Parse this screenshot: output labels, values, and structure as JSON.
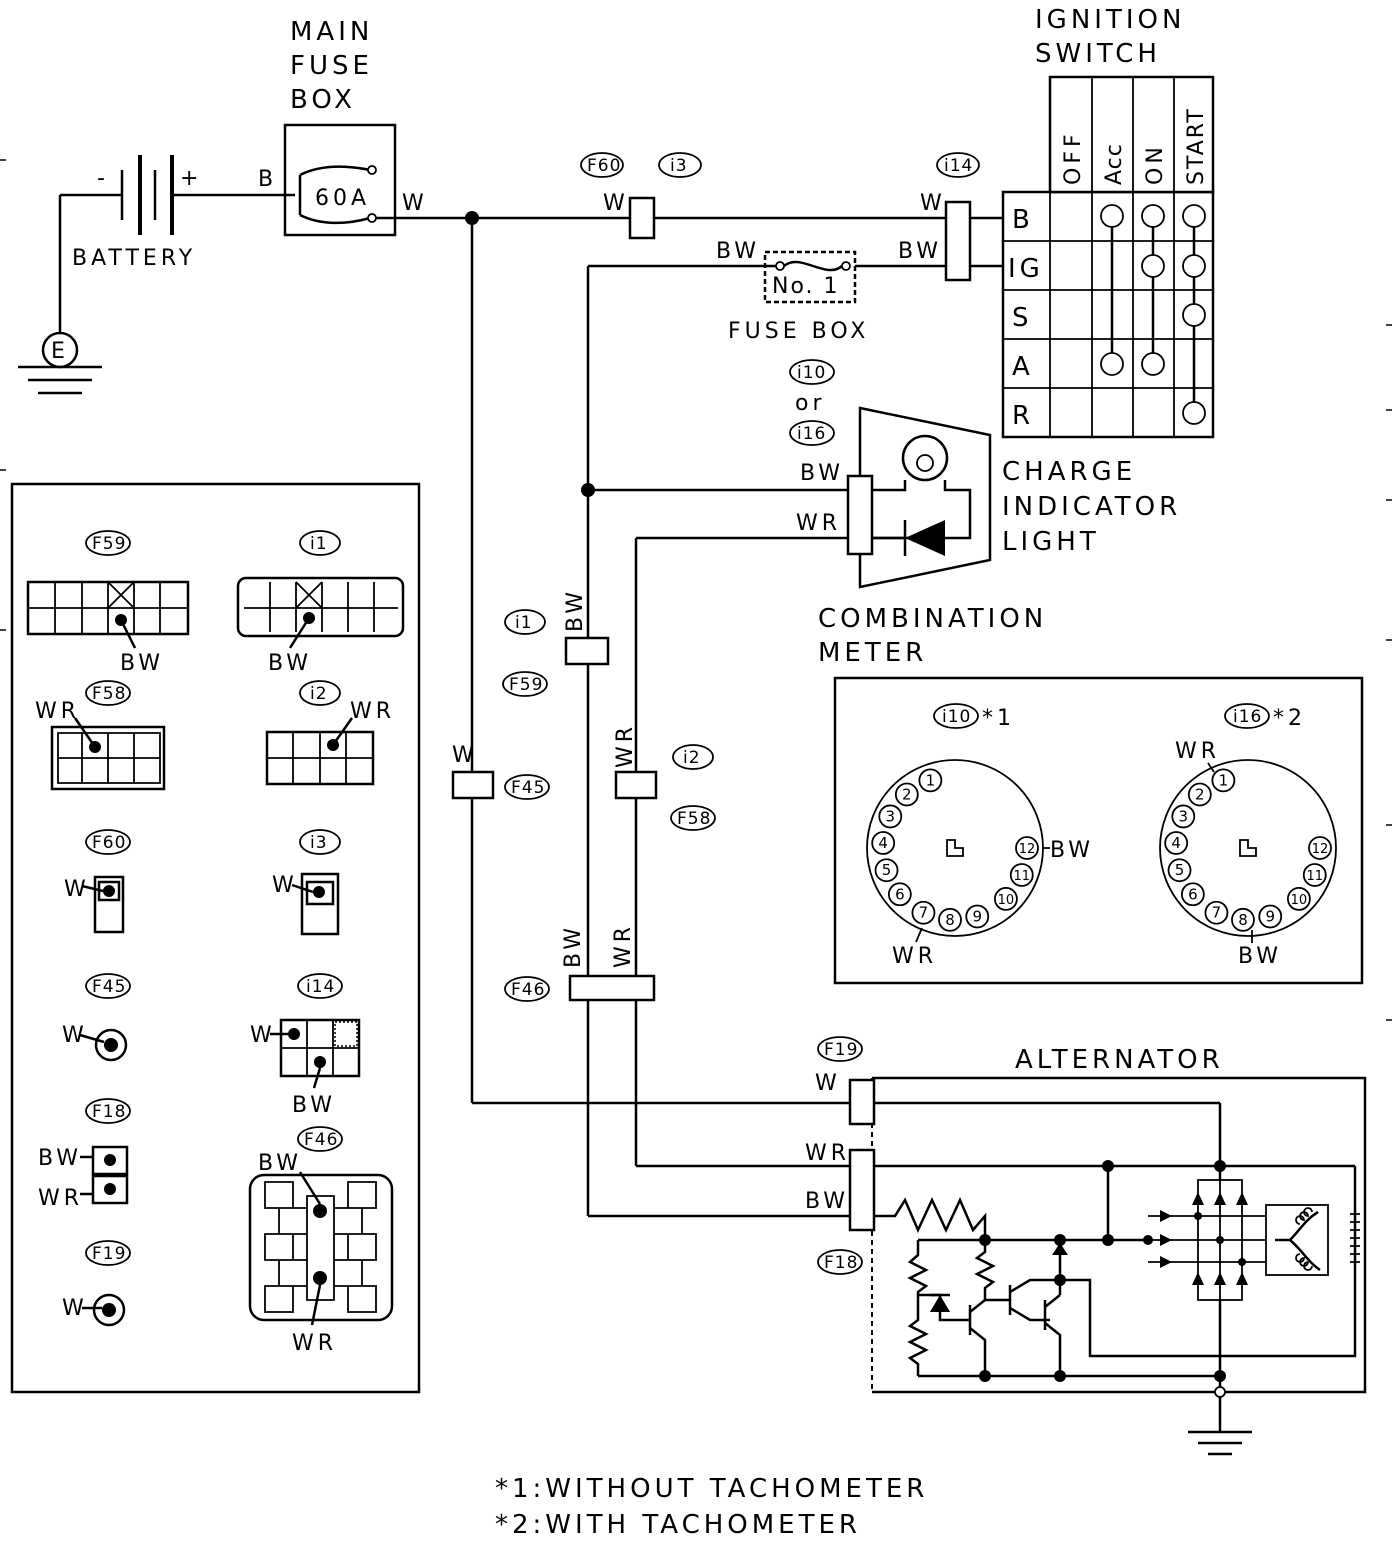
{
  "labels": {
    "main_fuse_box": [
      "MAIN",
      "FUSE",
      "BOX"
    ],
    "fuse_60a": "60A",
    "battery": "BATTERY",
    "minus": "-",
    "plus": "+",
    "ground_e": "E",
    "ignition_switch": [
      "IGNITION",
      "SWITCH"
    ],
    "fuse_box": "FUSE BOX",
    "fuse_no1": "No. 1",
    "or": "or",
    "charge_indicator_light": [
      "CHARGE",
      "INDICATOR",
      "LIGHT"
    ],
    "combination_meter": [
      "COMBINATION",
      "METER"
    ],
    "alternator": "ALTERNATOR",
    "footnotes": [
      "*1:WITHOUT TACHOMETER",
      "*2:WITH TACHOMETER"
    ]
  },
  "ignition_switch": {
    "columns": [
      "OFF",
      "Acc",
      "ON",
      "START"
    ],
    "rows": [
      "B",
      "IG",
      "S",
      "A",
      "R"
    ]
  },
  "wire_colors": {
    "b": "B",
    "w": "W",
    "bw": "BW",
    "wr": "WR"
  },
  "connectors": {
    "F60": "F60",
    "i3": "i3",
    "i14": "i14",
    "i10": "i10",
    "i16": "i16",
    "i1": "i1",
    "F59": "F59",
    "F45": "F45",
    "i2": "i2",
    "F58": "F58",
    "F46": "F46",
    "F19": "F19",
    "F18": "F18"
  },
  "meter_pins": [
    "1",
    "2",
    "3",
    "4",
    "5",
    "6",
    "7",
    "8",
    "9",
    "10",
    "11",
    "12"
  ],
  "meter_variants": [
    {
      "connector": "i10",
      "note": "*1"
    },
    {
      "connector": "i16",
      "note": "*2"
    }
  ]
}
